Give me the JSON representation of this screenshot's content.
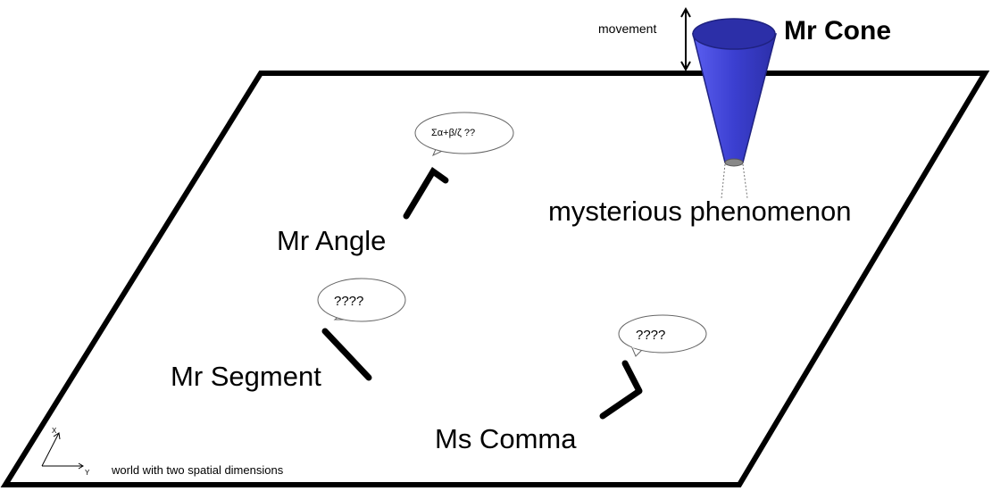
{
  "diagram": {
    "cone": {
      "title": "Mr Cone",
      "movement_label": "movement",
      "phenomenon_label": "mysterious phenomenon",
      "color": "#3b3fd0"
    },
    "characters": {
      "angle": {
        "name": "Mr Angle",
        "thought": "Σα+β/ζ ??"
      },
      "segment": {
        "name": "Mr Segment",
        "thought": "????"
      },
      "comma": {
        "name": "Ms Comma",
        "thought": "????"
      }
    },
    "world": {
      "caption": "world with two spatial dimensions",
      "axis_x": "X",
      "axis_y": "Y"
    }
  }
}
